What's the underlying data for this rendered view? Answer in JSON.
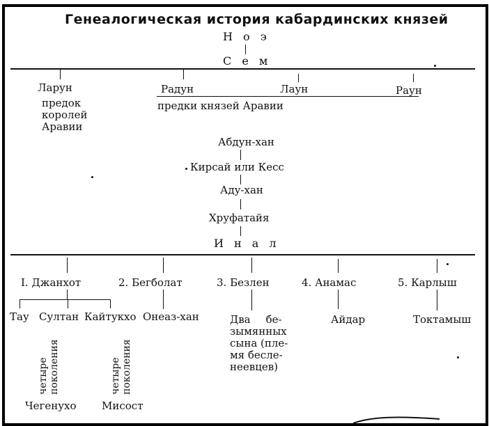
{
  "title": "Генеалогическая история кабардинских князей",
  "header_strip": "~ ~ ~ ~ ~ ~ ~ ~ ~ ~ ~ ~ ~ ~ ~",
  "root": {
    "noah": "Н о э",
    "sem": "С е м"
  },
  "gen1": [
    {
      "name": "Ларун",
      "note": [
        "предок",
        "королей",
        "Аравии"
      ]
    },
    {
      "name": "Радун"
    },
    {
      "name": "Лаун"
    },
    {
      "name": "Раун"
    }
  ],
  "gen1_note": "предки князей Аравии",
  "chain": [
    "Абдун-хан",
    "Кирсай или Кесс",
    "Аду-хан",
    "Хруфатайя",
    "И н а л"
  ],
  "sons": [
    {
      "label": "I. Джанхот"
    },
    {
      "label": "2. Бегболат"
    },
    {
      "label": "3. Безлен"
    },
    {
      "label": "4. Анамас"
    },
    {
      "label": "5. Карлыш"
    }
  ],
  "grandsons": {
    "dzhankhot": [
      "Тау",
      "Султан",
      "Кайтукхо"
    ],
    "begbolat": "Онеаз-хан",
    "bezlen": [
      "Два",
      "бе-",
      "зымянных",
      "сына (пле-",
      "мя бесле-",
      "неевцев)"
    ],
    "anamas": "Айдар",
    "karlysh": "Токтамыш"
  },
  "generations_label": [
    "четыре",
    "поколения"
  ],
  "descendants": {
    "sultan_line": "Чегенухо",
    "kaitukho_line": "Мисост"
  }
}
